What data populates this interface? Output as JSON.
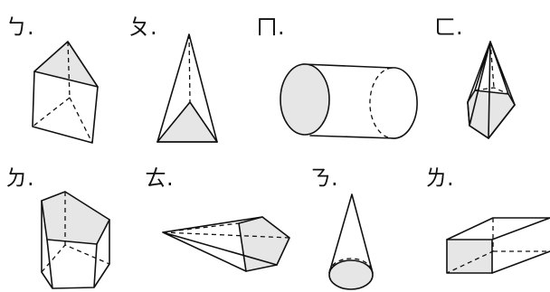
{
  "colors": {
    "face_fill": "#e6e6e6",
    "stroke": "#111111"
  },
  "shapes": [
    {
      "id": "a",
      "label": "ㄅ.",
      "solid": "triangular-prism"
    },
    {
      "id": "b",
      "label": "ㄆ.",
      "solid": "triangular-pyramid"
    },
    {
      "id": "c",
      "label": "ㄇ.",
      "solid": "cylinder"
    },
    {
      "id": "d",
      "label": "ㄈ.",
      "solid": "hexagonal-pyramid"
    },
    {
      "id": "e",
      "label": "ㄉ.",
      "solid": "pentagonal-prism"
    },
    {
      "id": "f",
      "label": "ㄊ.",
      "solid": "pentagonal-pyramid"
    },
    {
      "id": "g",
      "label": "ㄋ.",
      "solid": "cone"
    },
    {
      "id": "h",
      "label": "ㄌ.",
      "solid": "rectangular-prism"
    }
  ]
}
